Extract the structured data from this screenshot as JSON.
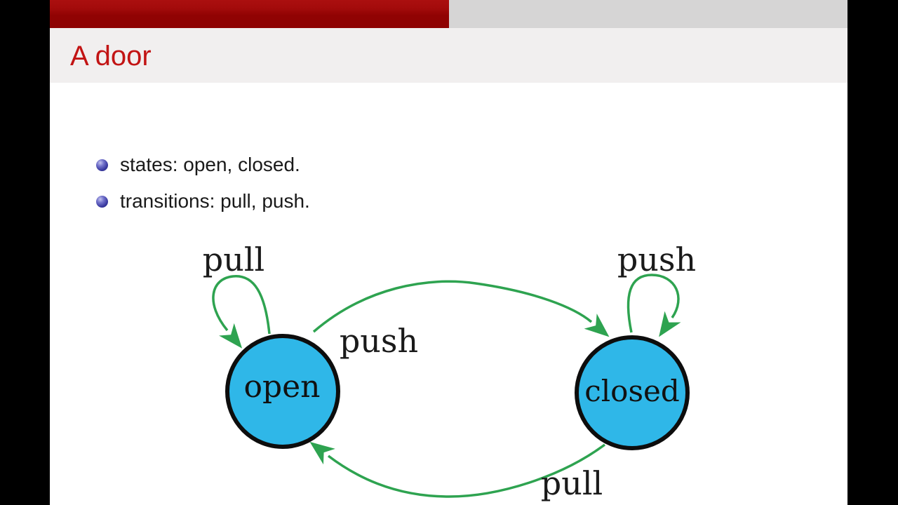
{
  "header": {
    "title": "A door"
  },
  "bullets": [
    "states: open, closed.",
    "transitions: pull, push."
  ],
  "diagram": {
    "states": [
      {
        "label": "open"
      },
      {
        "label": "closed"
      }
    ],
    "transitions": [
      {
        "from": "open",
        "to": "open",
        "label": "pull"
      },
      {
        "from": "open",
        "to": "closed",
        "label": "push"
      },
      {
        "from": "closed",
        "to": "closed",
        "label": "push"
      },
      {
        "from": "closed",
        "to": "open",
        "label": "pull"
      }
    ]
  },
  "colors": {
    "header_bar_red": "#9a0808",
    "header_bar_gray": "#d6d5d5",
    "title_band": "#f1efef",
    "title_text": "#c21414",
    "bullet_ball": "#3a3aa0",
    "state_fill": "#2fb7e8",
    "state_border": "#0d0d0d",
    "arrow_green": "#2ea350",
    "letterbox": "#000000"
  }
}
